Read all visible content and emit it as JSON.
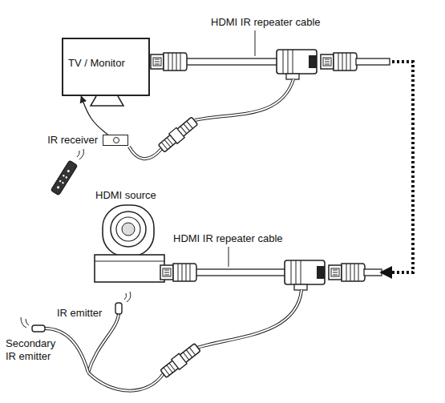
{
  "diagram": {
    "nodes": [
      {
        "text": [
          "TV / Monitor"
        ]
      },
      {
        "text": [
          "IR receiver"
        ]
      }
    ],
    "edges": [
      {
        "from": 1,
        "to": 0,
        "arrow": "to"
      }
    ],
    "labels": [
      "HDMI IR repeater cable",
      "HDMI IR repeater cable",
      "HDMI source",
      "IR emitter",
      "Secondary IR emitter"
    ]
  }
}
